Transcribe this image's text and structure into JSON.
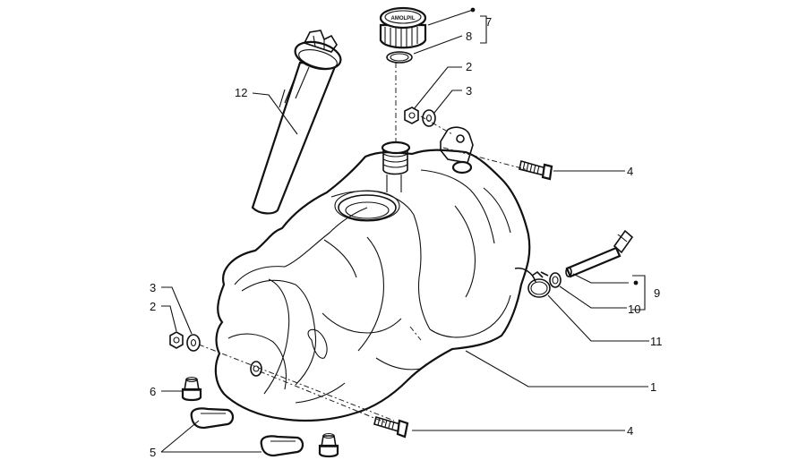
{
  "diagram": {
    "callouts": {
      "c1": "1",
      "c2a": "2",
      "c2b": "2",
      "c3a": "3",
      "c3b": "3",
      "c4a": "4",
      "c4b": "4",
      "c5": "5",
      "c6": "6",
      "c7": "7",
      "c8": "8",
      "c9": "9",
      "c10": "10",
      "c11": "11",
      "c12": "12"
    },
    "cap_text": "AMOLPIL"
  }
}
